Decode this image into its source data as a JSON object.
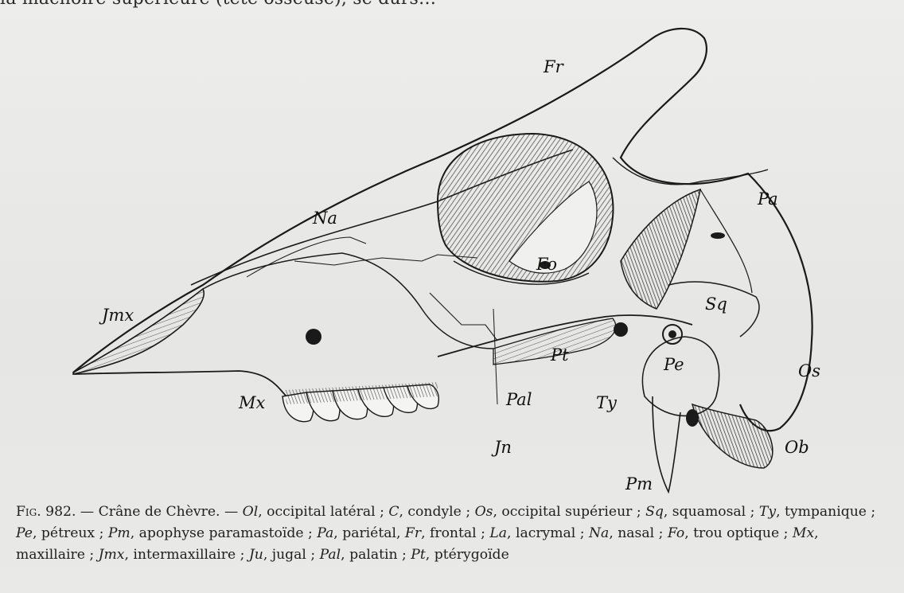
{
  "top_text": "la mâchoire supérieure (tête osseuse), se durs…",
  "figure": {
    "labels": {
      "fr": "Fr",
      "pa": "Pa",
      "na": "Na",
      "fo": "Fo",
      "sq": "Sq",
      "jmx": "Jmx",
      "mx": "Mx",
      "pt": "Pt",
      "pe": "Pe",
      "os": "Os",
      "pal": "Pal",
      "ty": "Ty",
      "jn": "Jn",
      "ob": "Ob",
      "pm": "Pm"
    }
  },
  "caption": {
    "fig_label": "Fig. 982.",
    "title": "— Crâne de Chèvre. —",
    "entries": [
      {
        "abbr": "Ol",
        "text": ", occipital latéral ; "
      },
      {
        "abbr": "C",
        "text": ", condyle ; "
      },
      {
        "abbr": "Os",
        "text": ", occipital supérieur ; "
      },
      {
        "abbr": "Sq",
        "text": ", squamosal ; "
      },
      {
        "abbr": "Ty",
        "text": ", tympanique ; "
      },
      {
        "abbr": "Pe",
        "text": ", pétreux ; "
      },
      {
        "abbr": "Pm",
        "text": ", apophyse paramastoïde ; "
      },
      {
        "abbr": "Pa",
        "text": ", pariétal, "
      },
      {
        "abbr": "Fr",
        "text": ", frontal ; "
      },
      {
        "abbr": "La",
        "text": ", lacrymal ; "
      },
      {
        "abbr": "Na",
        "text": ", nasal ; "
      },
      {
        "abbr": "Fo",
        "text": ", trou optique ; "
      },
      {
        "abbr": "Mx",
        "text": ", maxillaire ; "
      },
      {
        "abbr": "Jmx",
        "text": ", intermaxillaire ; "
      },
      {
        "abbr": "Ju",
        "text": ", jugal ; "
      },
      {
        "abbr": "Pal",
        "text": ", palatin ; "
      },
      {
        "abbr": "Pt",
        "text": ", ptérygoïde"
      }
    ]
  }
}
